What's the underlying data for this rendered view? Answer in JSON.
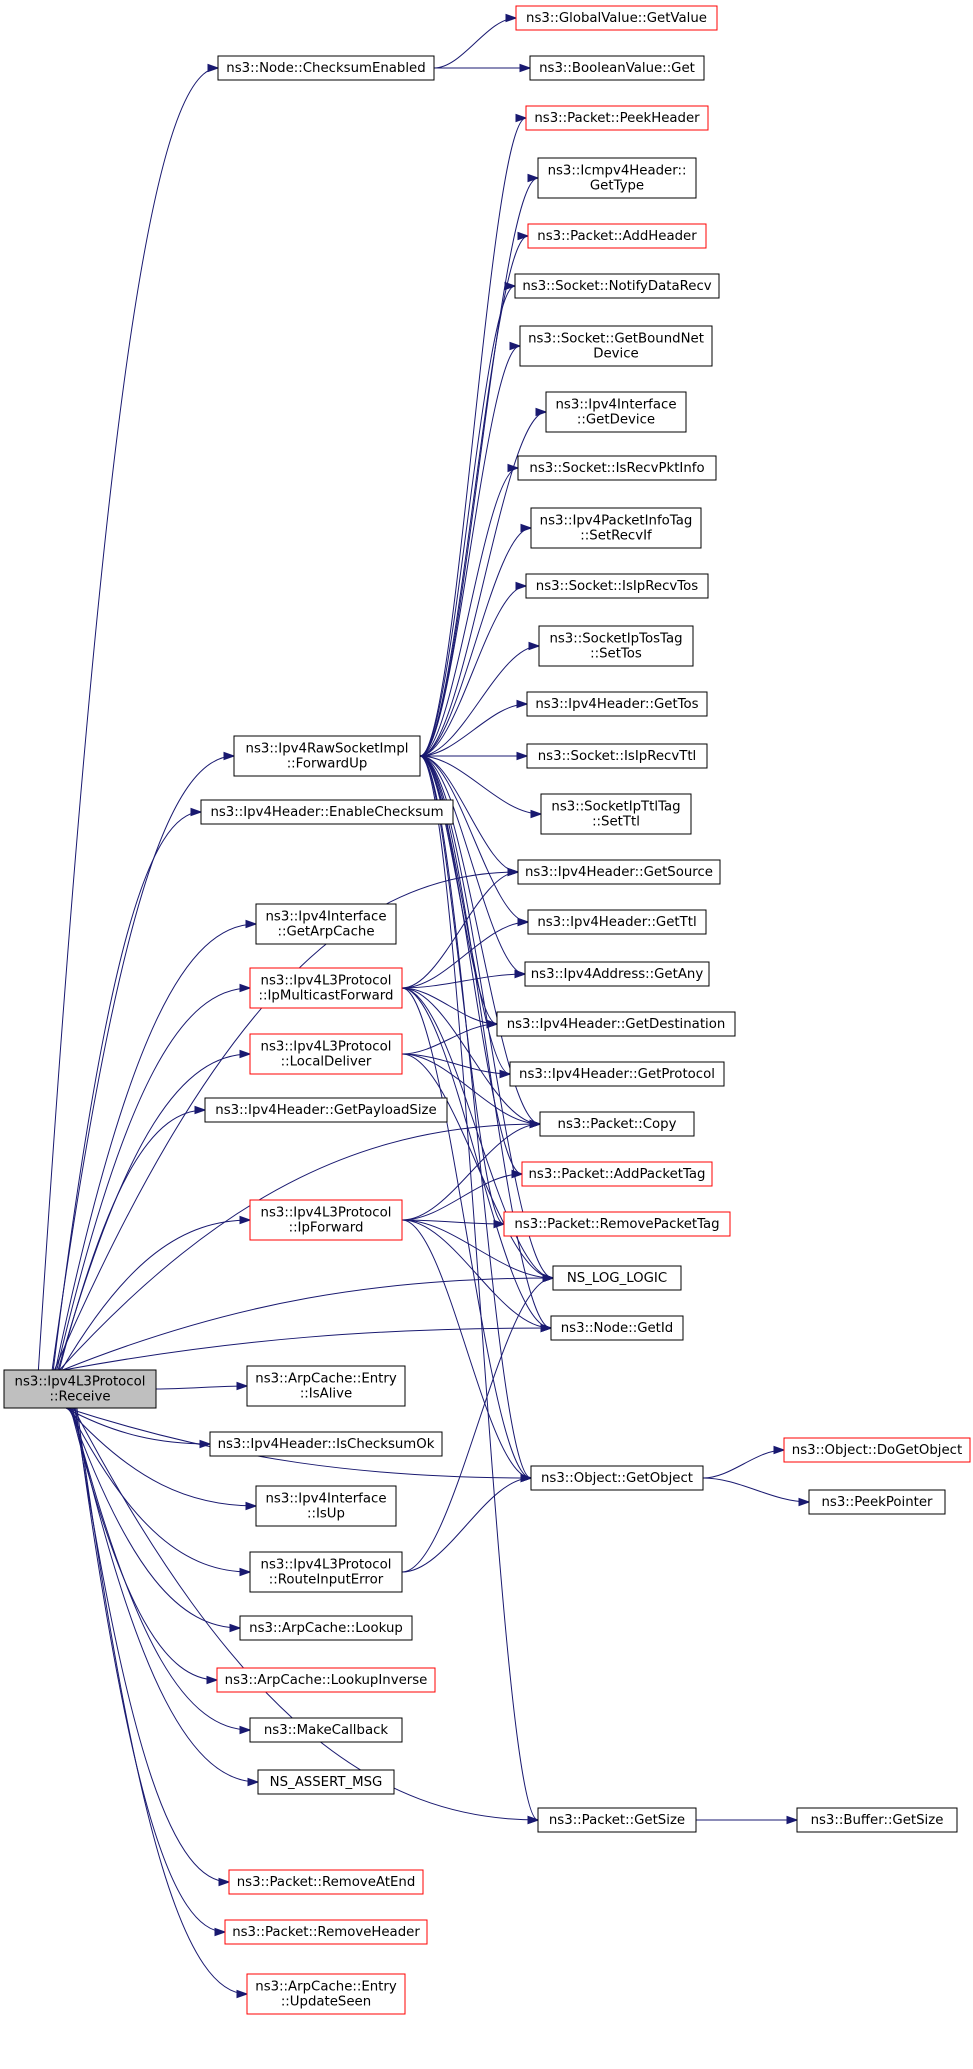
{
  "colors": {
    "edge": "#191970",
    "box_normal": "#000000",
    "box_linked": "#ff0000",
    "root_fill": "#bfbfbf",
    "fill": "#ffffff"
  },
  "nodes": [
    {
      "id": "receive",
      "lines": [
        "ns3::Ipv4L3Protocol",
        "::Receive"
      ],
      "style": "root"
    },
    {
      "id": "checksum_enabled",
      "lines": [
        "ns3::Node::ChecksumEnabled"
      ],
      "style": "normal"
    },
    {
      "id": "globalvalue_getvalue",
      "lines": [
        "ns3::GlobalValue::GetValue"
      ],
      "style": "linked"
    },
    {
      "id": "booleanvalue_get",
      "lines": [
        "ns3::BooleanValue::Get"
      ],
      "style": "normal"
    },
    {
      "id": "packet_peekheader",
      "lines": [
        "ns3::Packet::PeekHeader"
      ],
      "style": "linked"
    },
    {
      "id": "icmpv4header_gettype",
      "lines": [
        "ns3::Icmpv4Header::",
        "GetType"
      ],
      "style": "normal"
    },
    {
      "id": "packet_addheader",
      "lines": [
        "ns3::Packet::AddHeader"
      ],
      "style": "linked"
    },
    {
      "id": "socket_notifydatarecv",
      "lines": [
        "ns3::Socket::NotifyDataRecv"
      ],
      "style": "normal"
    },
    {
      "id": "socket_getboundnetdevice",
      "lines": [
        "ns3::Socket::GetBoundNet",
        "Device"
      ],
      "style": "normal"
    },
    {
      "id": "ipv4interface_getdevice",
      "lines": [
        "ns3::Ipv4Interface",
        "::GetDevice"
      ],
      "style": "normal"
    },
    {
      "id": "socket_isrecvpktinfo",
      "lines": [
        "ns3::Socket::IsRecvPktInfo"
      ],
      "style": "normal"
    },
    {
      "id": "ipv4packetinfotag_setrecvif",
      "lines": [
        "ns3::Ipv4PacketInfoTag",
        "::SetRecvIf"
      ],
      "style": "normal"
    },
    {
      "id": "socket_isiprecvtos",
      "lines": [
        "ns3::Socket::IsIpRecvTos"
      ],
      "style": "normal"
    },
    {
      "id": "socketiptostag_settos",
      "lines": [
        "ns3::SocketIpTosTag",
        "::SetTos"
      ],
      "style": "normal"
    },
    {
      "id": "ipv4header_gettos",
      "lines": [
        "ns3::Ipv4Header::GetTos"
      ],
      "style": "normal"
    },
    {
      "id": "rawsocket_forwardup",
      "lines": [
        "ns3::Ipv4RawSocketImpl",
        "::ForwardUp"
      ],
      "style": "normal"
    },
    {
      "id": "socket_isiprecvttl",
      "lines": [
        "ns3::Socket::IsIpRecvTtl"
      ],
      "style": "normal"
    },
    {
      "id": "socketipttltag_setttl",
      "lines": [
        "ns3::SocketIpTtlTag",
        "::SetTtl"
      ],
      "style": "normal"
    },
    {
      "id": "ipv4header_enablechecksum",
      "lines": [
        "ns3::Ipv4Header::EnableChecksum"
      ],
      "style": "normal"
    },
    {
      "id": "ipv4header_getsource",
      "lines": [
        "ns3::Ipv4Header::GetSource"
      ],
      "style": "normal"
    },
    {
      "id": "ipv4interface_getarpcache",
      "lines": [
        "ns3::Ipv4Interface",
        "::GetArpCache"
      ],
      "style": "normal"
    },
    {
      "id": "ipv4header_getttl",
      "lines": [
        "ns3::Ipv4Header::GetTtl"
      ],
      "style": "normal"
    },
    {
      "id": "ipmulticastforward",
      "lines": [
        "ns3::Ipv4L3Protocol",
        "::IpMulticastForward"
      ],
      "style": "linked"
    },
    {
      "id": "ipv4address_getany",
      "lines": [
        "ns3::Ipv4Address::GetAny"
      ],
      "style": "normal"
    },
    {
      "id": "ipv4header_getdestination",
      "lines": [
        "ns3::Ipv4Header::GetDestination"
      ],
      "style": "normal"
    },
    {
      "id": "localdeliver",
      "lines": [
        "ns3::Ipv4L3Protocol",
        "::LocalDeliver"
      ],
      "style": "linked"
    },
    {
      "id": "ipv4header_getprotocol",
      "lines": [
        "ns3::Ipv4Header::GetProtocol"
      ],
      "style": "normal"
    },
    {
      "id": "ipv4header_getpayloadsize",
      "lines": [
        "ns3::Ipv4Header::GetPayloadSize"
      ],
      "style": "normal"
    },
    {
      "id": "packet_copy",
      "lines": [
        "ns3::Packet::Copy"
      ],
      "style": "normal"
    },
    {
      "id": "packet_addpackettag",
      "lines": [
        "ns3::Packet::AddPacketTag"
      ],
      "style": "linked"
    },
    {
      "id": "ipforward",
      "lines": [
        "ns3::Ipv4L3Protocol",
        "::IpForward"
      ],
      "style": "linked"
    },
    {
      "id": "packet_removepackettag",
      "lines": [
        "ns3::Packet::RemovePacketTag"
      ],
      "style": "linked"
    },
    {
      "id": "ns_log_logic",
      "lines": [
        "NS_LOG_LOGIC"
      ],
      "style": "normal"
    },
    {
      "id": "node_getid",
      "lines": [
        "ns3::Node::GetId"
      ],
      "style": "normal"
    },
    {
      "id": "arpcache_entry_isalive",
      "lines": [
        "ns3::ArpCache::Entry",
        "::IsAlive"
      ],
      "style": "normal"
    },
    {
      "id": "ipv4header_ischecksumok",
      "lines": [
        "ns3::Ipv4Header::IsChecksumOk"
      ],
      "style": "normal"
    },
    {
      "id": "object_getobject",
      "lines": [
        "ns3::Object::GetObject"
      ],
      "style": "normal"
    },
    {
      "id": "object_dogetobject",
      "lines": [
        "ns3::Object::DoGetObject"
      ],
      "style": "linked"
    },
    {
      "id": "ipv4interface_isup",
      "lines": [
        "ns3::Ipv4Interface",
        "::IsUp"
      ],
      "style": "normal"
    },
    {
      "id": "peekpointer",
      "lines": [
        "ns3::PeekPointer"
      ],
      "style": "normal"
    },
    {
      "id": "routeinputerror",
      "lines": [
        "ns3::Ipv4L3Protocol",
        "::RouteInputError"
      ],
      "style": "normal"
    },
    {
      "id": "arpcache_lookup",
      "lines": [
        "ns3::ArpCache::Lookup"
      ],
      "style": "normal"
    },
    {
      "id": "arpcache_lookupinverse",
      "lines": [
        "ns3::ArpCache::LookupInverse"
      ],
      "style": "linked"
    },
    {
      "id": "makecallback",
      "lines": [
        "ns3::MakeCallback"
      ],
      "style": "normal"
    },
    {
      "id": "ns_assert_msg",
      "lines": [
        "NS_ASSERT_MSG"
      ],
      "style": "normal"
    },
    {
      "id": "packet_getsize",
      "lines": [
        "ns3::Packet::GetSize"
      ],
      "style": "normal"
    },
    {
      "id": "buffer_getsize",
      "lines": [
        "ns3::Buffer::GetSize"
      ],
      "style": "normal"
    },
    {
      "id": "packet_removeatend",
      "lines": [
        "ns3::Packet::RemoveAtEnd"
      ],
      "style": "linked"
    },
    {
      "id": "packet_removeheader",
      "lines": [
        "ns3::Packet::RemoveHeader"
      ],
      "style": "linked"
    },
    {
      "id": "arpcache_entry_updateseen",
      "lines": [
        "ns3::ArpCache::Entry",
        "::UpdateSeen"
      ],
      "style": "linked"
    }
  ],
  "edges": [
    [
      "receive",
      "checksum_enabled"
    ],
    [
      "checksum_enabled",
      "globalvalue_getvalue"
    ],
    [
      "checksum_enabled",
      "booleanvalue_get"
    ],
    [
      "receive",
      "rawsocket_forwardup"
    ],
    [
      "receive",
      "ipv4header_enablechecksum"
    ],
    [
      "receive",
      "ipv4header_getsource"
    ],
    [
      "receive",
      "ipv4interface_getarpcache"
    ],
    [
      "receive",
      "ipmulticastforward"
    ],
    [
      "receive",
      "localdeliver"
    ],
    [
      "receive",
      "ipv4header_getpayloadsize"
    ],
    [
      "receive",
      "packet_copy"
    ],
    [
      "receive",
      "ipforward"
    ],
    [
      "receive",
      "ns_log_logic"
    ],
    [
      "receive",
      "node_getid"
    ],
    [
      "receive",
      "arpcache_entry_isalive"
    ],
    [
      "receive",
      "ipv4header_ischecksumok"
    ],
    [
      "receive",
      "ipv4interface_isup"
    ],
    [
      "receive",
      "routeinputerror"
    ],
    [
      "receive",
      "arpcache_lookup"
    ],
    [
      "receive",
      "arpcache_lookupinverse"
    ],
    [
      "receive",
      "makecallback"
    ],
    [
      "receive",
      "ns_assert_msg"
    ],
    [
      "receive",
      "object_getobject"
    ],
    [
      "receive",
      "packet_getsize"
    ],
    [
      "receive",
      "packet_removeatend"
    ],
    [
      "receive",
      "packet_removeheader"
    ],
    [
      "receive",
      "arpcache_entry_updateseen"
    ],
    [
      "rawsocket_forwardup",
      "packet_peekheader"
    ],
    [
      "rawsocket_forwardup",
      "icmpv4header_gettype"
    ],
    [
      "rawsocket_forwardup",
      "packet_addheader"
    ],
    [
      "rawsocket_forwardup",
      "socket_notifydatarecv"
    ],
    [
      "rawsocket_forwardup",
      "socket_getboundnetdevice"
    ],
    [
      "rawsocket_forwardup",
      "ipv4interface_getdevice"
    ],
    [
      "rawsocket_forwardup",
      "socket_isrecvpktinfo"
    ],
    [
      "rawsocket_forwardup",
      "ipv4packetinfotag_setrecvif"
    ],
    [
      "rawsocket_forwardup",
      "socket_isiprecvtos"
    ],
    [
      "rawsocket_forwardup",
      "socketiptostag_settos"
    ],
    [
      "rawsocket_forwardup",
      "ipv4header_gettos"
    ],
    [
      "rawsocket_forwardup",
      "socket_isiprecvttl"
    ],
    [
      "rawsocket_forwardup",
      "socketipttltag_setttl"
    ],
    [
      "rawsocket_forwardup",
      "ipv4header_getsource"
    ],
    [
      "rawsocket_forwardup",
      "ipv4header_getttl"
    ],
    [
      "rawsocket_forwardup",
      "ipv4address_getany"
    ],
    [
      "rawsocket_forwardup",
      "ipv4header_getdestination"
    ],
    [
      "rawsocket_forwardup",
      "ipv4header_getprotocol"
    ],
    [
      "rawsocket_forwardup",
      "packet_copy"
    ],
    [
      "rawsocket_forwardup",
      "packet_addpackettag"
    ],
    [
      "rawsocket_forwardup",
      "packet_removepackettag"
    ],
    [
      "rawsocket_forwardup",
      "ns_log_logic"
    ],
    [
      "rawsocket_forwardup",
      "node_getid"
    ],
    [
      "rawsocket_forwardup",
      "object_getobject"
    ],
    [
      "rawsocket_forwardup",
      "packet_getsize"
    ],
    [
      "ipmulticastforward",
      "ipv4header_getsource"
    ],
    [
      "ipmulticastforward",
      "ipv4header_getttl"
    ],
    [
      "ipmulticastforward",
      "ipv4address_getany"
    ],
    [
      "ipmulticastforward",
      "ipv4header_getdestination"
    ],
    [
      "ipmulticastforward",
      "packet_copy"
    ],
    [
      "ipmulticastforward",
      "ns_log_logic"
    ],
    [
      "ipmulticastforward",
      "node_getid"
    ],
    [
      "ipmulticastforward",
      "object_getobject"
    ],
    [
      "localdeliver",
      "ipv4header_getdestination"
    ],
    [
      "localdeliver",
      "ipv4header_getprotocol"
    ],
    [
      "localdeliver",
      "packet_copy"
    ],
    [
      "localdeliver",
      "ns_log_logic"
    ],
    [
      "ipforward",
      "packet_copy"
    ],
    [
      "ipforward",
      "packet_addpackettag"
    ],
    [
      "ipforward",
      "packet_removepackettag"
    ],
    [
      "ipforward",
      "ns_log_logic"
    ],
    [
      "ipforward",
      "node_getid"
    ],
    [
      "ipforward",
      "object_getobject"
    ],
    [
      "routeinputerror",
      "ns_log_logic"
    ],
    [
      "routeinputerror",
      "object_getobject"
    ],
    [
      "object_getobject",
      "object_dogetobject"
    ],
    [
      "object_getobject",
      "peekpointer"
    ],
    [
      "packet_getsize",
      "buffer_getsize"
    ]
  ]
}
